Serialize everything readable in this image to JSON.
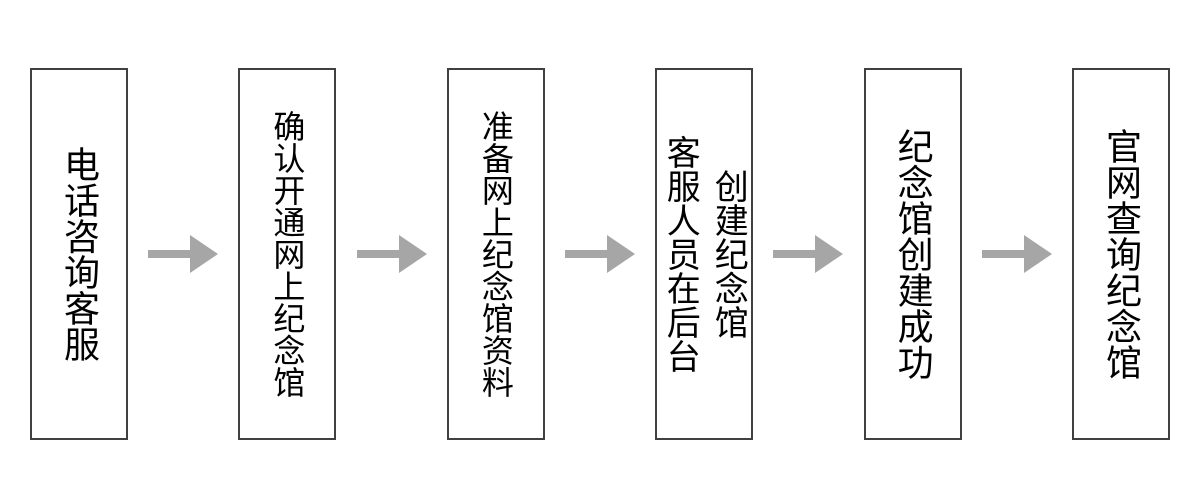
{
  "flowchart": {
    "title": "",
    "direction": "left-to-right",
    "steps": [
      {
        "id": 1,
        "label": "电话咨询客服"
      },
      {
        "id": 2,
        "label": "确认开通网上纪念馆"
      },
      {
        "id": 3,
        "label": "准备网上纪念馆资料"
      },
      {
        "id": 4,
        "label": "客服人员在后台\n创建纪念馆"
      },
      {
        "id": 5,
        "label": "纪念馆创建成功"
      },
      {
        "id": 6,
        "label": "官网查询纪念馆"
      }
    ],
    "connector": "right-arrow",
    "colors": {
      "box_border": "#404040",
      "box_fill": "#ffffff",
      "text": "#000000",
      "arrow": "#a6a6a6",
      "background": "#ffffff"
    }
  }
}
